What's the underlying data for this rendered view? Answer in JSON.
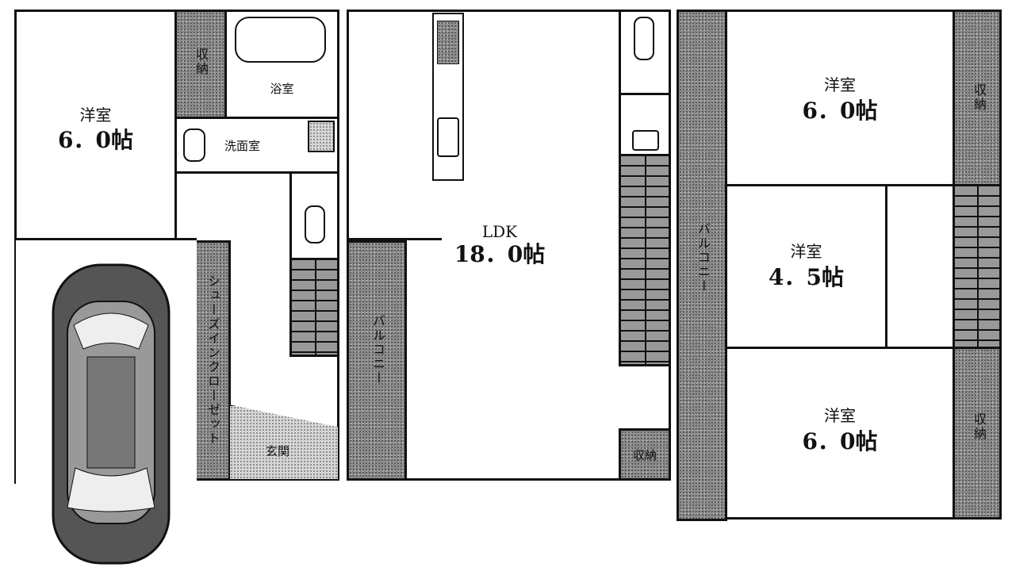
{
  "floor1": {
    "bedroom": {
      "name": "洋室",
      "size": "6．0帖"
    },
    "storage": "収納",
    "bath": "浴室",
    "washroom": "洗面室",
    "shoe_closet": "シューズインクローゼット",
    "entrance": "玄関"
  },
  "floor2": {
    "ldk": {
      "name": "LDK",
      "size": "18．0帖"
    },
    "balcony": "バルコニー",
    "storage": "収納"
  },
  "floor3": {
    "balcony": "バルコニー",
    "bedroom_a": {
      "name": "洋室",
      "size": "6．0帖"
    },
    "bedroom_b": {
      "name": "洋室",
      "size": "4．5帖"
    },
    "bedroom_c": {
      "name": "洋室",
      "size": "6．0帖"
    },
    "storage_a": "収納",
    "storage_b": "収納"
  }
}
